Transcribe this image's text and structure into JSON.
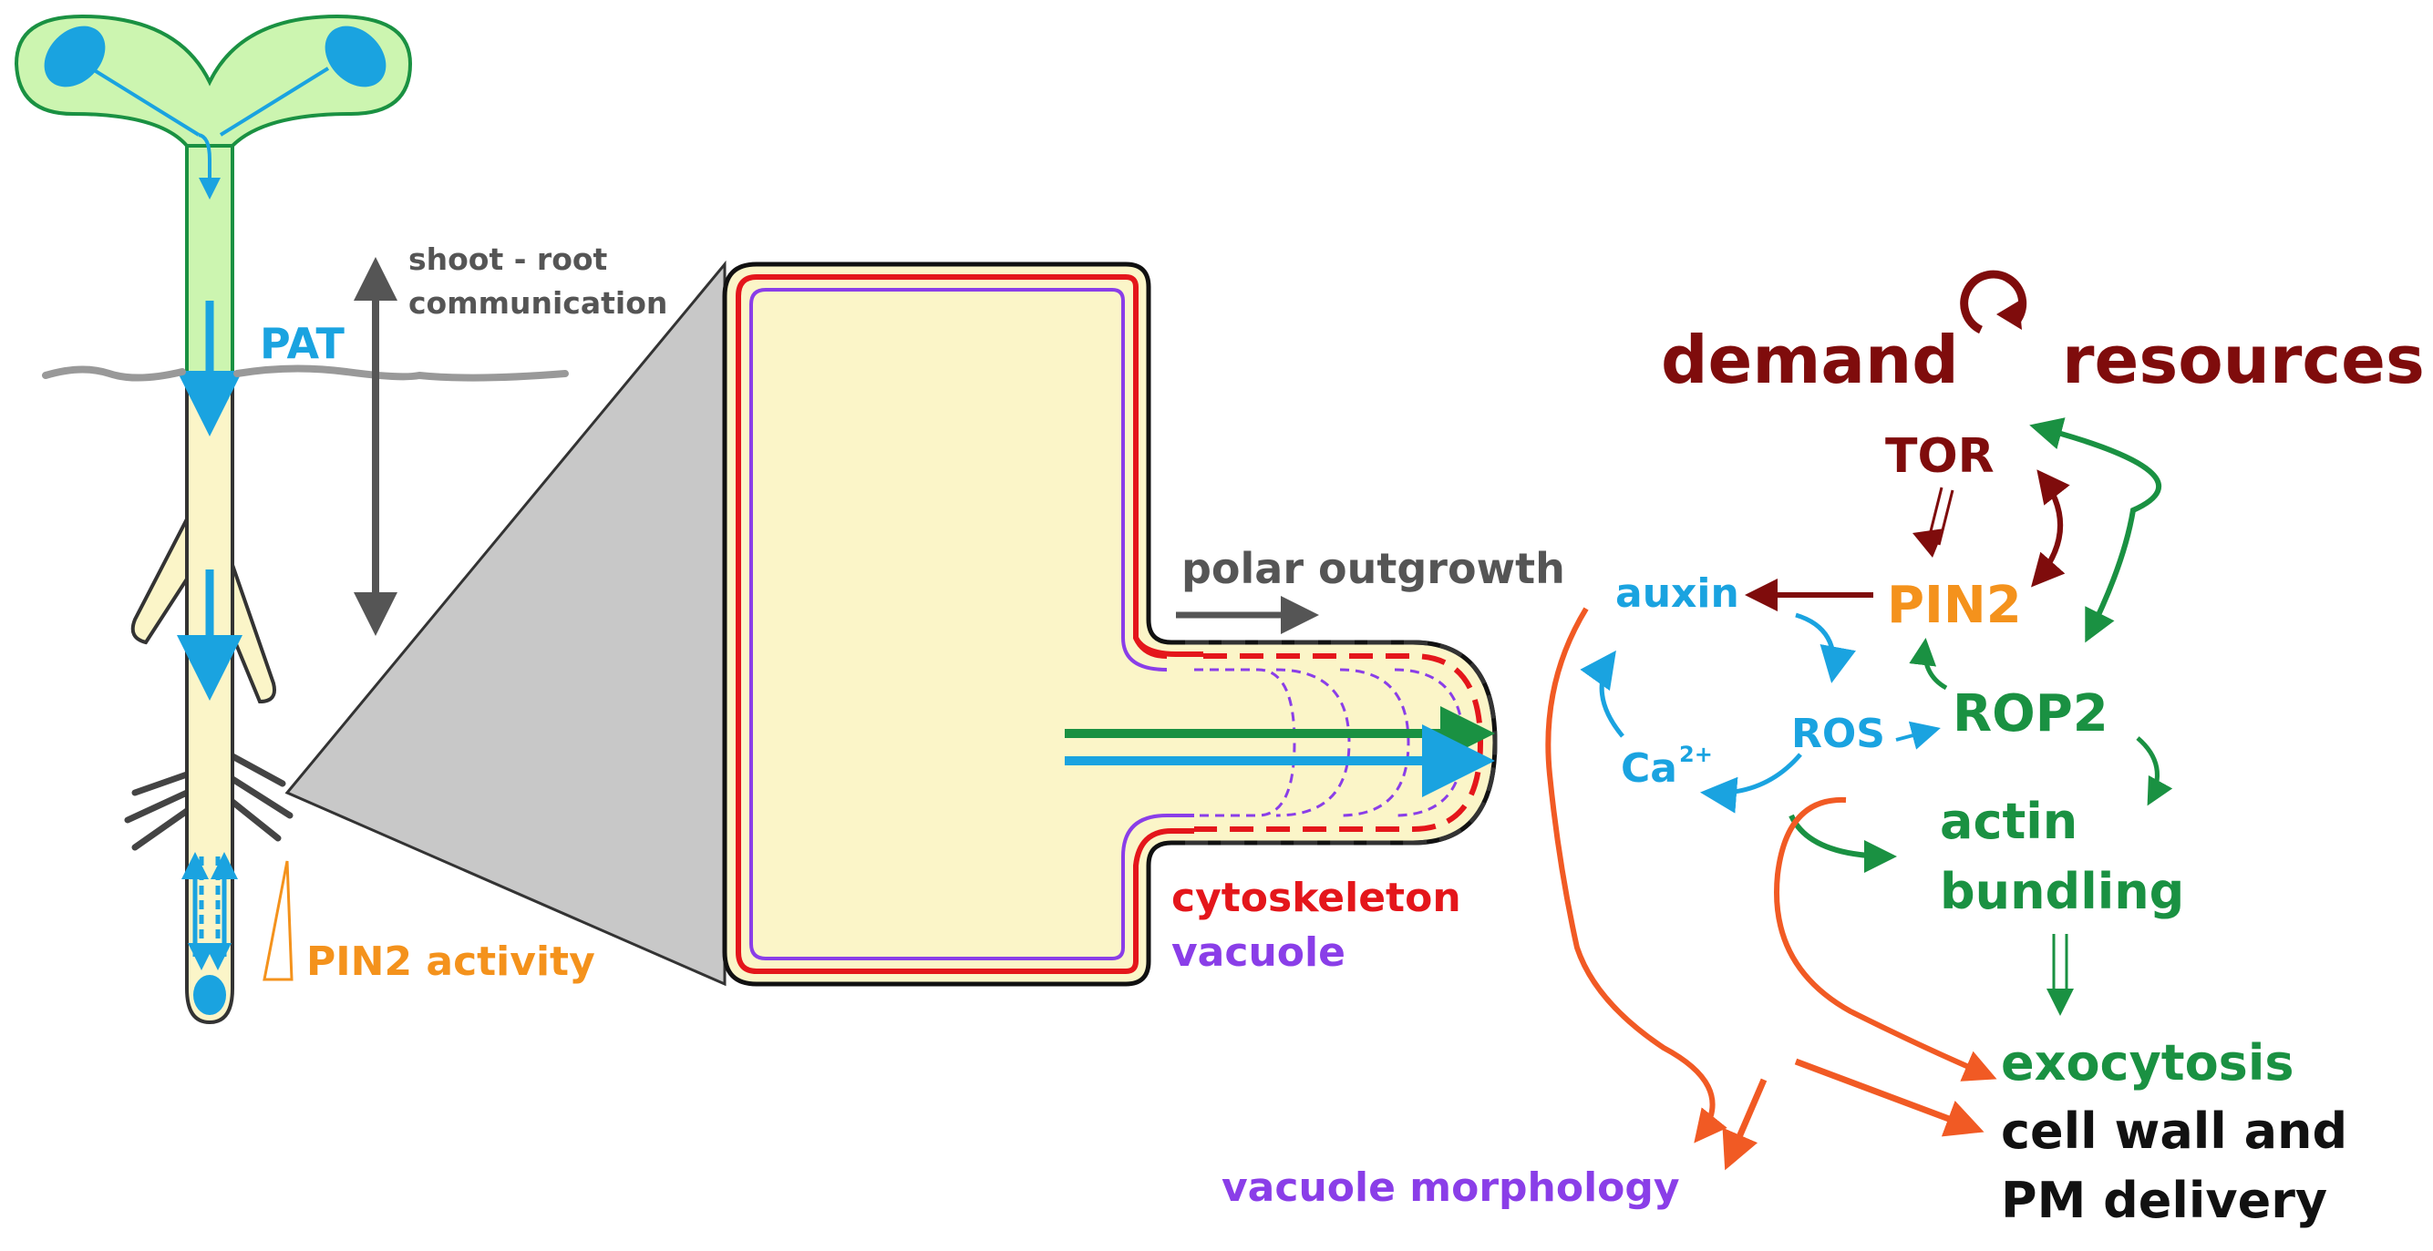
{
  "labels": {
    "pat": "PAT",
    "shoot_root": "shoot - root",
    "communication": "communication",
    "pin2_activity": "PIN2 activity",
    "polar_outgrowth": "polar outgrowth",
    "cytoskeleton": "cytoskeleton",
    "vacuole": "vacuole",
    "demand": "demand",
    "resources": "resources",
    "tor": "TOR",
    "pin2": "PIN2",
    "auxin": "auxin",
    "ros": "ROS",
    "rop2": "ROP2",
    "ca": "Ca",
    "ca_sup": "2+",
    "actin": "actin",
    "bundling": "bundling",
    "exocytosis": "exocytosis",
    "cell_wall": "cell wall and",
    "pm_delivery": "PM delivery",
    "vacuole_morphology": "vacuole morphology"
  },
  "colors": {
    "auxin_blue": "#1aa3e0",
    "tor_darkred": "#7f0c0c",
    "pin2_orange": "#f4921c",
    "rop2_green": "#1a9142",
    "orange_arrow": "#f15a24",
    "vacuole_purple": "#8a3ee8",
    "cytoskeleton_red": "#e4161b",
    "cytoplasm_yellow": "#fbf5c8",
    "shoot_green": "#ccf5b0",
    "gray_dark": "#555555"
  }
}
